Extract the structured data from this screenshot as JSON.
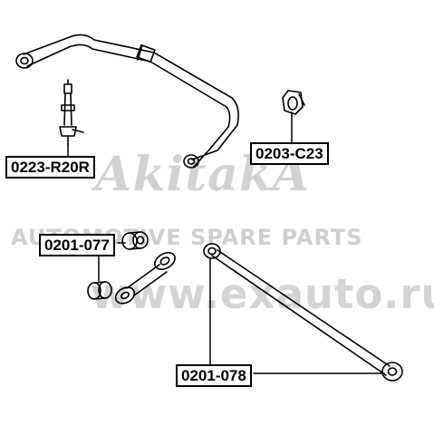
{
  "watermark": {
    "brand": "AkitakA",
    "tagline": "AUTOMOTIVE SPARE PARTS",
    "url": "www.exauto.ru"
  },
  "parts": {
    "stabilizer_link": "0223-R20R",
    "stabilizer_bushing": "0203-C23",
    "link_arm_bushing": "0201-077",
    "lateral_rod_bushing": "0201-078"
  }
}
